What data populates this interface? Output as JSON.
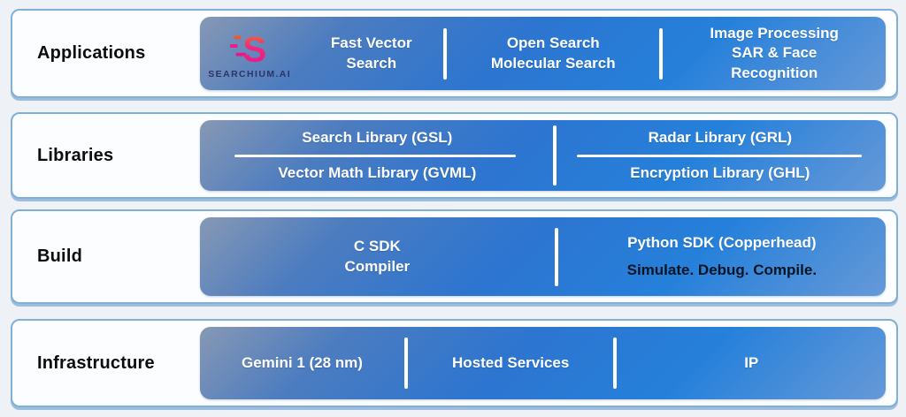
{
  "colors": {
    "page_background": "#eef2f7",
    "card_border": "#7fb0d6",
    "box_gradient_start": "#8798b4",
    "box_gradient_mid": "#2d75d0",
    "box_gradient_end": "#6699d8",
    "box_text": "#ffffff",
    "label_text": "#0d0d10",
    "dark_subtitle_text": "#0b1423",
    "logo_orange": "#f47b20",
    "logo_pink": "#e9158a",
    "wordmark_navy": "#2b3468"
  },
  "logo": {
    "brand": "SEARCHIUM.AI"
  },
  "rows": [
    {
      "label": "Applications",
      "cells": [
        {
          "text": "Fast Vector\nSearch"
        },
        {
          "text": "Open Search\nMolecular Search"
        },
        {
          "text": "Image  Processing\nSAR & Face\nRecognition"
        }
      ]
    },
    {
      "label": "Libraries",
      "grid": {
        "top_left": "Search Library (GSL)",
        "top_right": "Radar Library (GRL)",
        "bottom_left": "Vector Math Library (GVML)",
        "bottom_right": "Encryption Library (GHL)"
      }
    },
    {
      "label": "Build",
      "left": {
        "text": "C SDK\nCompiler"
      },
      "right": {
        "title": "Python SDK (Copperhead)",
        "subtitle": "Simulate. Debug. Compile."
      }
    },
    {
      "label": "Infrastructure",
      "cells": [
        {
          "text": "Gemini 1 (28 nm)"
        },
        {
          "text": "Hosted Services"
        },
        {
          "text": "IP"
        }
      ]
    }
  ]
}
